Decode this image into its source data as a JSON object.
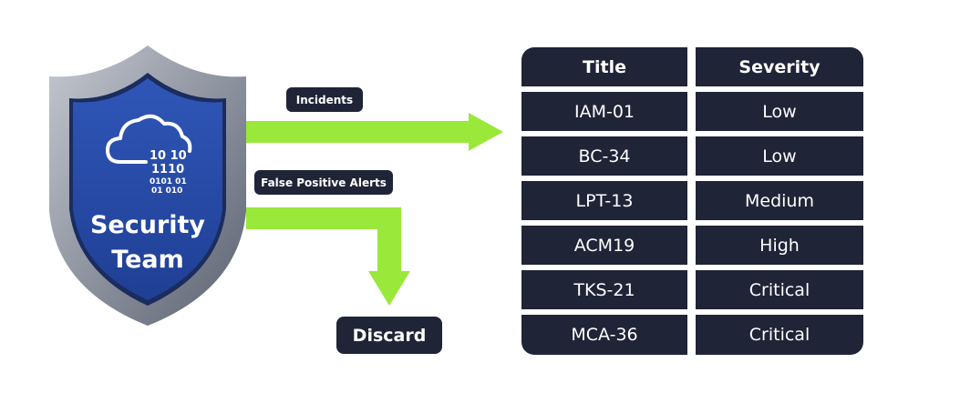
{
  "shield": {
    "binary_lines": [
      "10  10",
      "1110",
      "0101  01",
      "01   010"
    ],
    "title_line1": "Security",
    "title_line2": "Team"
  },
  "flow": {
    "incidents_label": "Incidents",
    "false_positive_label": "False Positive Alerts",
    "discard_label": "Discard"
  },
  "table": {
    "headers": [
      "Title",
      "Severity"
    ],
    "rows": [
      [
        "IAM-01",
        "Low"
      ],
      [
        "BC-34",
        "Low"
      ],
      [
        "LPT-13",
        "Medium"
      ],
      [
        "ACM19",
        "High"
      ],
      [
        "TKS-21",
        "Critical"
      ],
      [
        "MCA-36",
        "Critical"
      ]
    ]
  },
  "colors": {
    "dark": "#1f2437",
    "arrow": "#99e83a",
    "shield_blue": "#2b4fa8",
    "shield_border": "#9aa1ad"
  }
}
